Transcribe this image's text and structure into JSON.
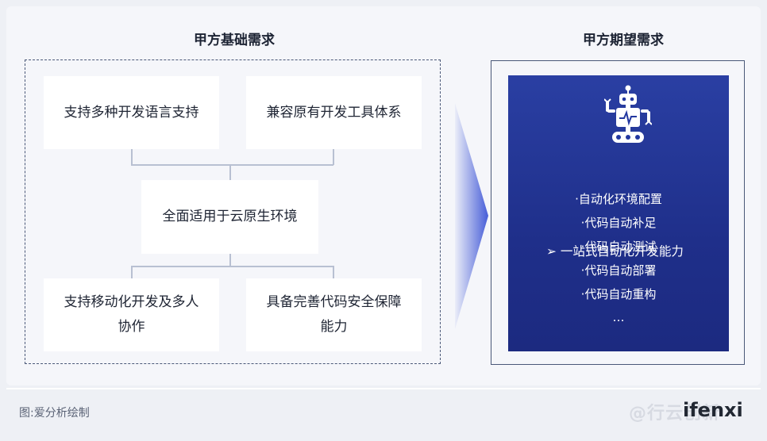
{
  "left_heading": "甲方基础需求",
  "right_heading": "甲方期望需求",
  "left_cards": {
    "top_left": "支持多种开发语言支持",
    "top_right": "兼容原有开发工具体系",
    "center": "全面适用于云原生环境",
    "bottom_left": [
      "支持移动化开发及多人",
      "协作"
    ],
    "bottom_right": [
      "具备完善代码安全保障",
      "能力"
    ]
  },
  "right_panel": {
    "icon": "robot-icon",
    "main_item": "➢ 一站式自动化开发能力",
    "sub_items": [
      "·自动化环境配置",
      "·代码自动补足",
      "·代码自动测试",
      "·代码自动部署",
      "·代码自动重构",
      "…"
    ]
  },
  "footer_caption": "图:爱分析绘制",
  "watermark": "@行云创新",
  "brand_logo": "ifenxi",
  "colors": {
    "blue_panel": "#2338a0",
    "dashed_border": "#4a5878",
    "arrow": "#3d55d6"
  }
}
